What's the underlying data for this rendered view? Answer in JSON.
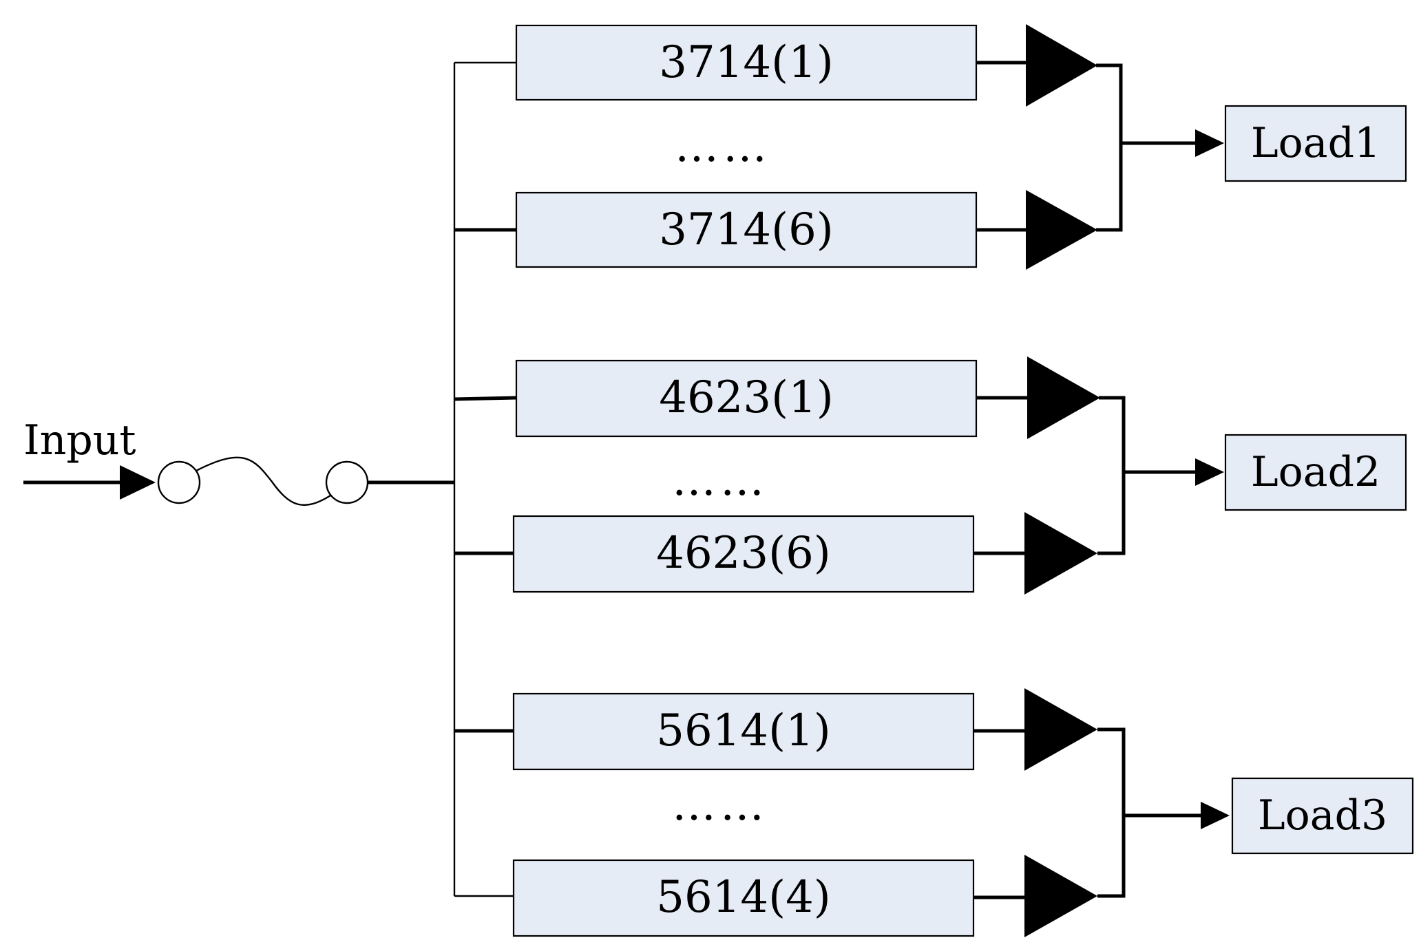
{
  "input_label": "Input",
  "groups": [
    {
      "modules": [
        "3714(1)",
        "3714(6)"
      ],
      "ellipsis": "……",
      "load": "Load1"
    },
    {
      "modules": [
        "4623(1)",
        "4623(6)"
      ],
      "ellipsis": "……",
      "load": "Load2"
    },
    {
      "modules": [
        "5614(1)",
        "5614(4)"
      ],
      "ellipsis": "……",
      "load": "Load3"
    }
  ],
  "colors": {
    "box_fill": "#e6ecf6",
    "line": "#000000"
  }
}
